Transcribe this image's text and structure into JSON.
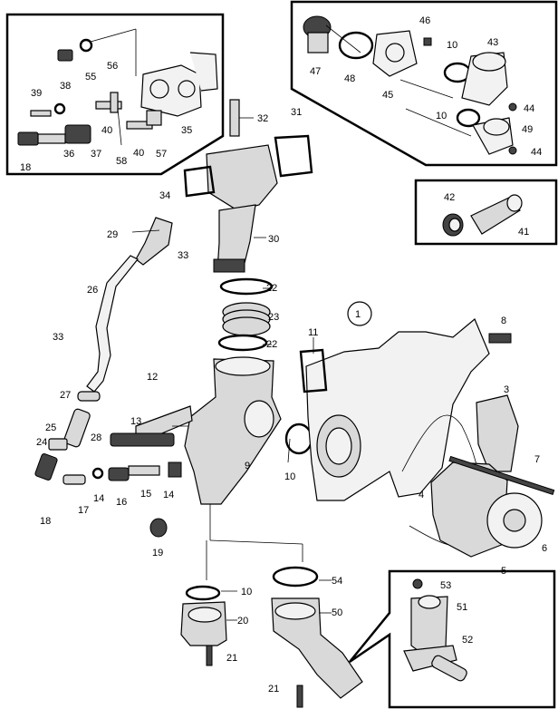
{
  "callouts": {
    "c1": "1",
    "c3": "3",
    "c4": "4",
    "c5": "5",
    "c6": "6",
    "c7": "7",
    "c8": "8",
    "c9": "9",
    "c10a": "10",
    "c10b": "10",
    "c10c": "10",
    "c10d": "10",
    "c11": "11",
    "c12": "12",
    "c13": "13",
    "c14a": "14",
    "c14b": "14",
    "c15": "15",
    "c16": "16",
    "c17": "17",
    "c18a": "18",
    "c18b": "18",
    "c19": "19",
    "c20": "20",
    "c21a": "21",
    "c21b": "21",
    "c22a": "22",
    "c22b": "22",
    "c23": "23",
    "c24": "24",
    "c25": "25",
    "c26": "26",
    "c27": "27",
    "c28": "28",
    "c29": "29",
    "c30": "30",
    "c31": "31",
    "c32": "32",
    "c33a": "33",
    "c33b": "33",
    "c34": "34",
    "c35": "35",
    "c36": "36",
    "c37": "37",
    "c38": "38",
    "c39": "39",
    "c40a": "40",
    "c40b": "40",
    "c41": "41",
    "c42": "42",
    "c43": "43",
    "c44a": "44",
    "c44b": "44",
    "c45": "45",
    "c46": "46",
    "c47": "47",
    "c48": "48",
    "c49": "49",
    "c50": "50",
    "c51": "51",
    "c52": "52",
    "c53": "53",
    "c54": "54",
    "c55": "55",
    "c56": "56",
    "c57": "57",
    "c58": "58"
  }
}
